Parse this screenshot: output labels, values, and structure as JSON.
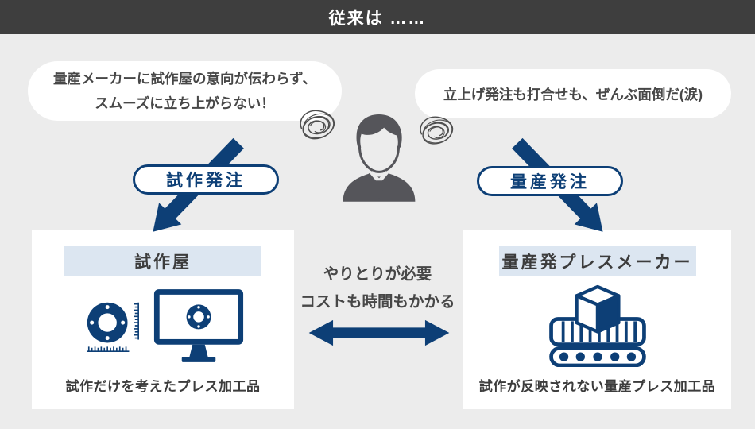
{
  "header": {
    "title": "従来は ……"
  },
  "bubbles": {
    "left": {
      "line1": "量産メーカーに試作屋の意向が伝わらず、",
      "line2": "スムーズに立ち上がらない！"
    },
    "right": {
      "text": "立上げ発注も打合せも、ぜんぶ面倒だ(涙)"
    }
  },
  "orders": {
    "prototype_label": "試作発注",
    "production_label": "量産発注"
  },
  "center": {
    "line1": "やりとりが必要",
    "line2": "コストも時間もかかる"
  },
  "cards": {
    "prototype": {
      "title": "試作屋",
      "caption": "試作だけを考えたプレス加工品"
    },
    "production": {
      "title": "量産発プレスメーカー",
      "caption": "試作が反映されない量産プレス加工品"
    }
  },
  "icons": {
    "person": "worried-businessman-silhouette",
    "scribbles": "confusion-scribble",
    "prototype_card": [
      "flange-part-with-rulers",
      "monitor-with-part-drawing"
    ],
    "production_card": "conveyor-belt-with-box",
    "middle": "double-headed-arrow"
  },
  "colors": {
    "navy": "#0d3f76",
    "topbar": "#3e3e3e",
    "background": "#ececec",
    "band": "#dce6f1",
    "text_dark": "#454545",
    "person_gray": "#55555a"
  }
}
